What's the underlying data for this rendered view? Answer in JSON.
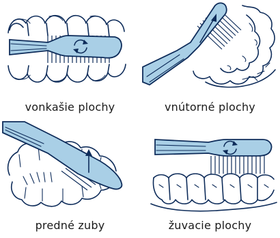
{
  "colors": {
    "ink": "#0e2c5a",
    "brush": "#a9cfe6",
    "background": "#ffffff"
  },
  "panels": [
    {
      "label": "vonkašie plochy",
      "icon": "rotate-arrows-icon"
    },
    {
      "label": "vnútorné plochy",
      "icon": "up-arrow-icon"
    },
    {
      "label": "predné zuby",
      "icon": "up-arrow-icon"
    },
    {
      "label": "žuvacie plochy",
      "icon": "rotate-arrows-icon"
    }
  ]
}
